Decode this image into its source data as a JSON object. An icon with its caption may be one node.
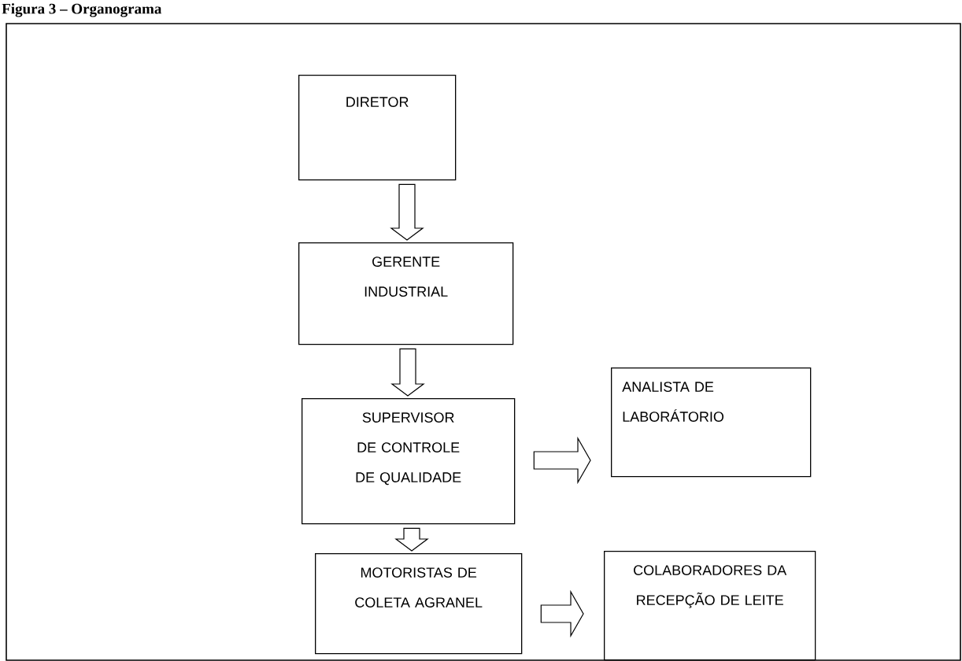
{
  "diagram": {
    "title": "Figura 3 – Organograma",
    "nodes": [
      {
        "text": [
          "DIRETOR"
        ]
      },
      {
        "text": [
          "GERENTE INDUSTRIAL"
        ]
      },
      {
        "text": [
          "SUPERVISOR DE CONTROLE DE QUALIDADE"
        ]
      },
      {
        "text": [
          "ANALISTA DE LABORÁTORIO"
        ]
      },
      {
        "text": [
          "MOTORISTAS DE COLETA AGRANEL"
        ]
      },
      {
        "text": [
          "COLABORADORES DA RECEPÇÃO DE LEITE"
        ]
      }
    ],
    "edges": [
      {
        "from": 0,
        "to": 1,
        "arrow": "to"
      },
      {
        "from": 1,
        "to": 2,
        "arrow": "to"
      },
      {
        "from": 2,
        "to": 3,
        "arrow": "to"
      },
      {
        "from": 2,
        "to": 4,
        "arrow": "to"
      },
      {
        "from": 4,
        "to": 5,
        "arrow": "to"
      }
    ]
  }
}
